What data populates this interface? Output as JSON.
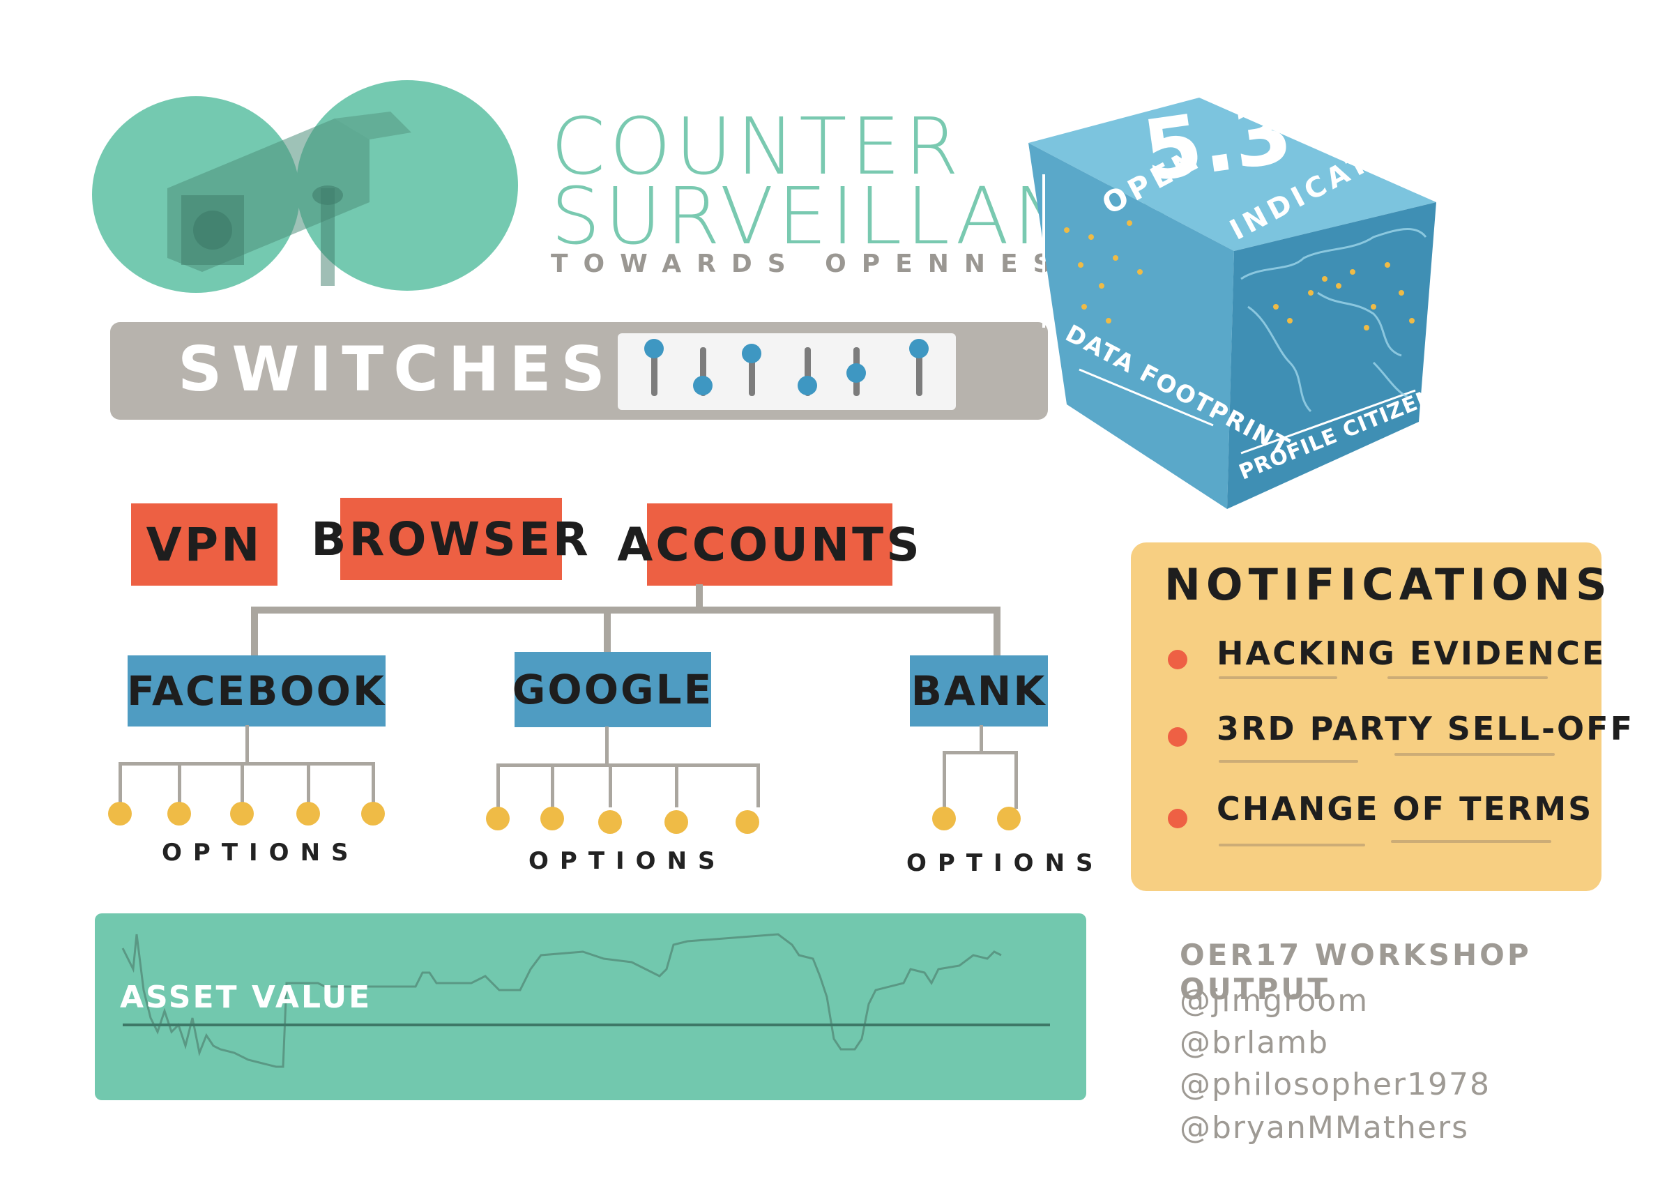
{
  "header": {
    "title_line1": "COUNTER",
    "title_line2": "SURVEILLANCE",
    "subtitle": "TOWARDS OPENNESS"
  },
  "switches": {
    "label": "SWITCHES",
    "slider_levels": [
      0.0,
      0.75,
      0.1,
      0.75,
      0.5,
      0.0
    ]
  },
  "cube": {
    "number": "5.3",
    "top_left": "OPEN",
    "top_right": "INDICATOR",
    "left_face": "DATA FOOTPRINT",
    "right_face": "PROFILE CITIZENSHIP"
  },
  "categories": [
    "VPN",
    "BROWSER",
    "ACCOUNTS"
  ],
  "services": [
    {
      "name": "FACEBOOK",
      "options_label": "OPTIONS",
      "option_count": 5
    },
    {
      "name": "GOOGLE",
      "options_label": "OPTIONS",
      "option_count": 5
    },
    {
      "name": "BANK",
      "options_label": "OPTIONS",
      "option_count": 2
    }
  ],
  "notifications": {
    "title": "NOTIFICATIONS",
    "items": [
      "HACKING EVIDENCE",
      "3RD PARTY SELL-OFF",
      "CHANGE OF TERMS"
    ]
  },
  "asset": {
    "label": "ASSET VALUE"
  },
  "credits": {
    "heading": "OER17 WORKSHOP OUTPUT",
    "handles": [
      "@jimgroom",
      "@brlamb",
      "@philosopher1978",
      "@bryanMMathers"
    ]
  },
  "colors": {
    "teal": "#74c9b0",
    "orange": "#ed6043",
    "blue": "#4f9cc2",
    "yellow": "#efbb46",
    "grey": "#b7b3ad",
    "notif_bg": "#f7cf82"
  }
}
